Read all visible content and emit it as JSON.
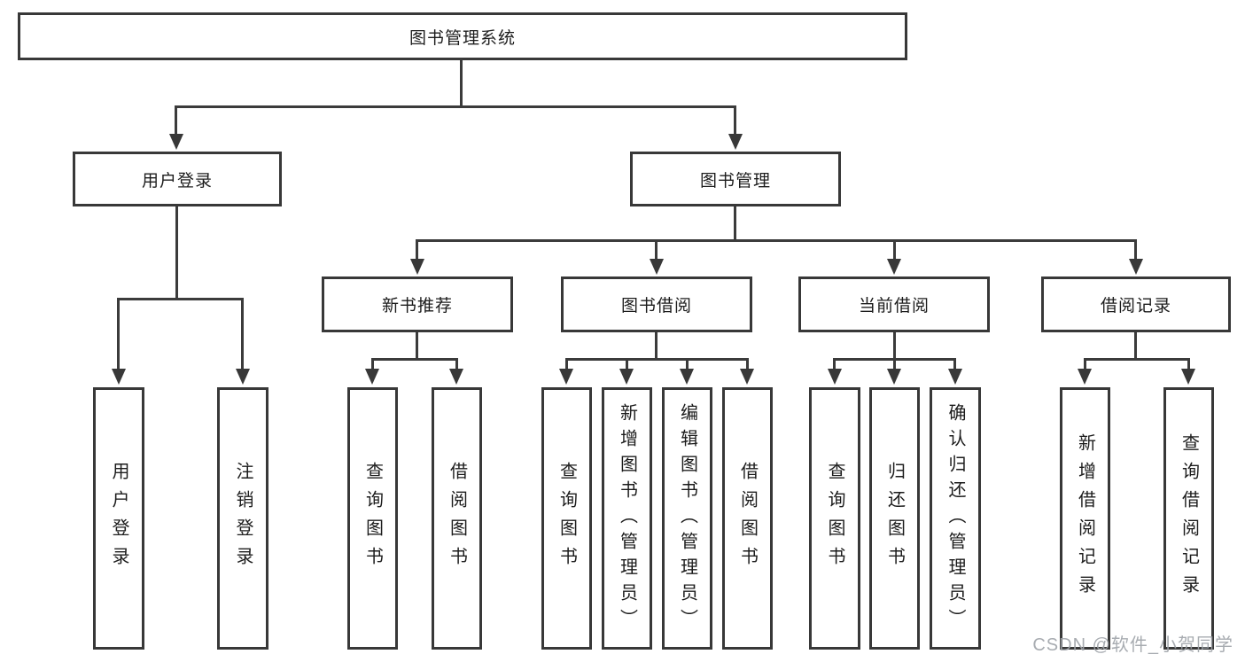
{
  "nodes": {
    "root": "图书管理系统",
    "level2": [
      "用户登录",
      "图书管理"
    ],
    "level3": [
      "新书推荐",
      "图书借阅",
      "当前借阅",
      "借阅记录"
    ],
    "login_children": [
      "用户登录",
      "注销登录"
    ],
    "recommend_children": [
      "查询图书",
      "借阅图书"
    ],
    "borrow_children": [
      "查询图书",
      "新增图书（管理员）",
      "编辑图书（管理员）",
      "借阅图书"
    ],
    "current_children": [
      "查询图书",
      "归还图书",
      "确认归还（管理员）"
    ],
    "record_children": [
      "新增借阅记录",
      "查询借阅记录"
    ]
  },
  "watermark": "CSDN @软件_小贺同学"
}
